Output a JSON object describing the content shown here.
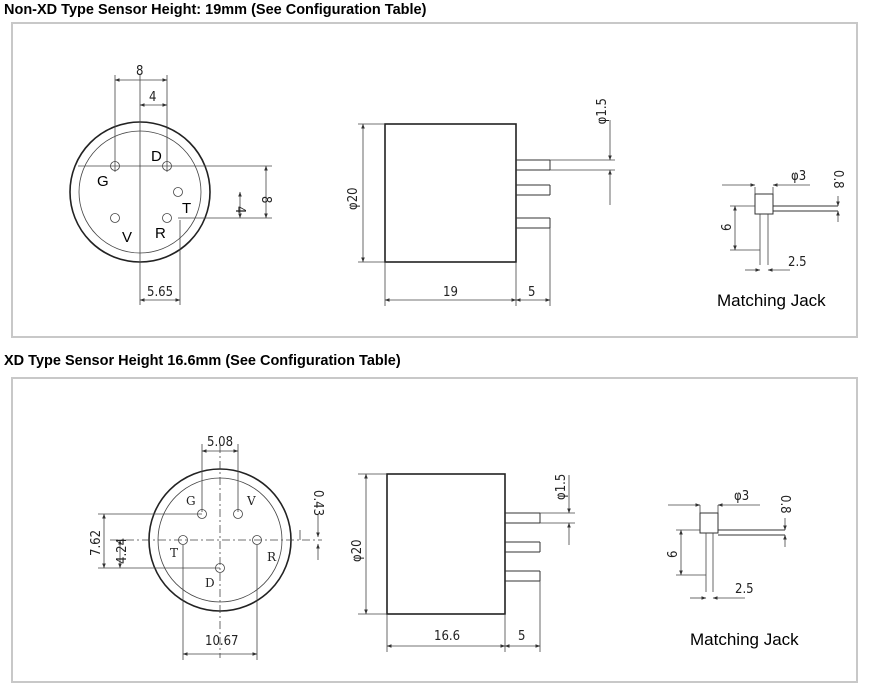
{
  "sections": [
    {
      "heading": "Non-XD Type Sensor Height: 19mm (See Configuration Table)",
      "front_view": {
        "dims": {
          "width_top": "8",
          "half_top": "4",
          "right_height": "8",
          "right_half": "4",
          "bottom": "5.65"
        },
        "pins": {
          "g": "G",
          "d": "D",
          "t": "T",
          "v": "V",
          "r": "R"
        }
      },
      "side_view": {
        "diameter": "φ20",
        "body_height": "19",
        "pin_length": "5",
        "pin_diameter": "φ1.5"
      },
      "jack": {
        "diameter": "φ3",
        "thickness": "0.8",
        "height": "6",
        "length": "2.5",
        "caption": "Matching Jack"
      }
    },
    {
      "heading": "XD Type Sensor Height 16.6mm (See Configuration Table)",
      "front_view": {
        "dims": {
          "top": "5.08",
          "left_outer": "7.62",
          "left_inner": "4.24",
          "right": "0.43",
          "bottom": "10.67"
        },
        "pins": {
          "g": "G",
          "v": "V",
          "t": "T",
          "r": "R",
          "d": "D"
        }
      },
      "side_view": {
        "diameter": "φ20",
        "body_height": "16.6",
        "pin_length": "5",
        "pin_diameter": "φ1.5"
      },
      "jack": {
        "diameter": "φ3",
        "thickness": "0.8",
        "height": "6",
        "length": "2.5",
        "caption": "Matching Jack"
      }
    }
  ]
}
